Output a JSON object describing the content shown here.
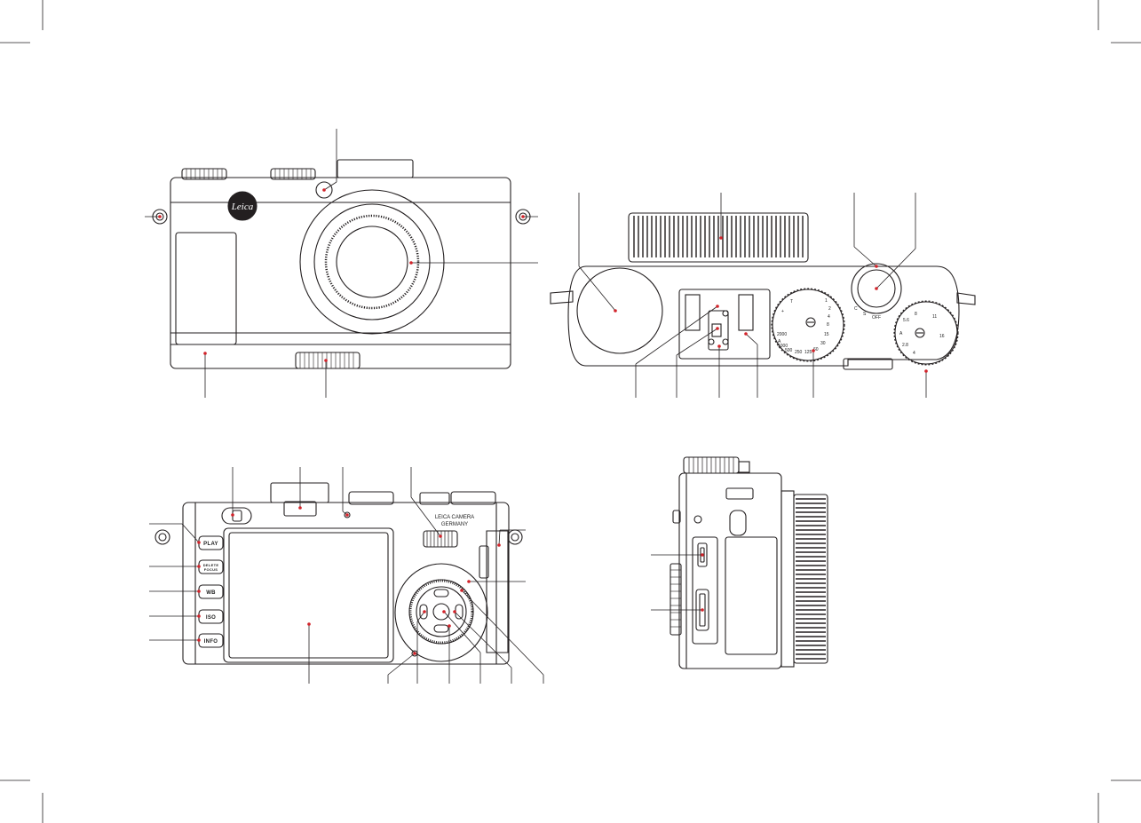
{
  "colors": {
    "line": "#231f20",
    "callout": "#d2232a",
    "paper": "#ffffff"
  },
  "front_view": {
    "brand": "Leica"
  },
  "top_view": {
    "shutter_dial": [
      "A",
      "1",
      "2",
      "4",
      "8",
      "15",
      "30",
      "60",
      "125",
      "250",
      "500",
      "1000",
      "2000"
    ],
    "shutter_dial_extra": [
      "T",
      "+"
    ],
    "mode_ring": [
      "OFF",
      "S",
      "C"
    ],
    "aperture_dial": [
      "A",
      "2.8",
      "4",
      "5.6",
      "8",
      "11",
      "16"
    ]
  },
  "back_view": {
    "buttons": [
      {
        "label": "PLAY"
      },
      {
        "label": "DELETE\nFOCUS"
      },
      {
        "label": "WB"
      },
      {
        "label": "ISO"
      },
      {
        "label": "INFO"
      }
    ],
    "maker_text": "LEICA CAMERA",
    "maker_text_2": "GERMANY"
  },
  "icons": [
    "leica-logo-icon",
    "crop-mark-icon",
    "callout-dot-icon"
  ]
}
